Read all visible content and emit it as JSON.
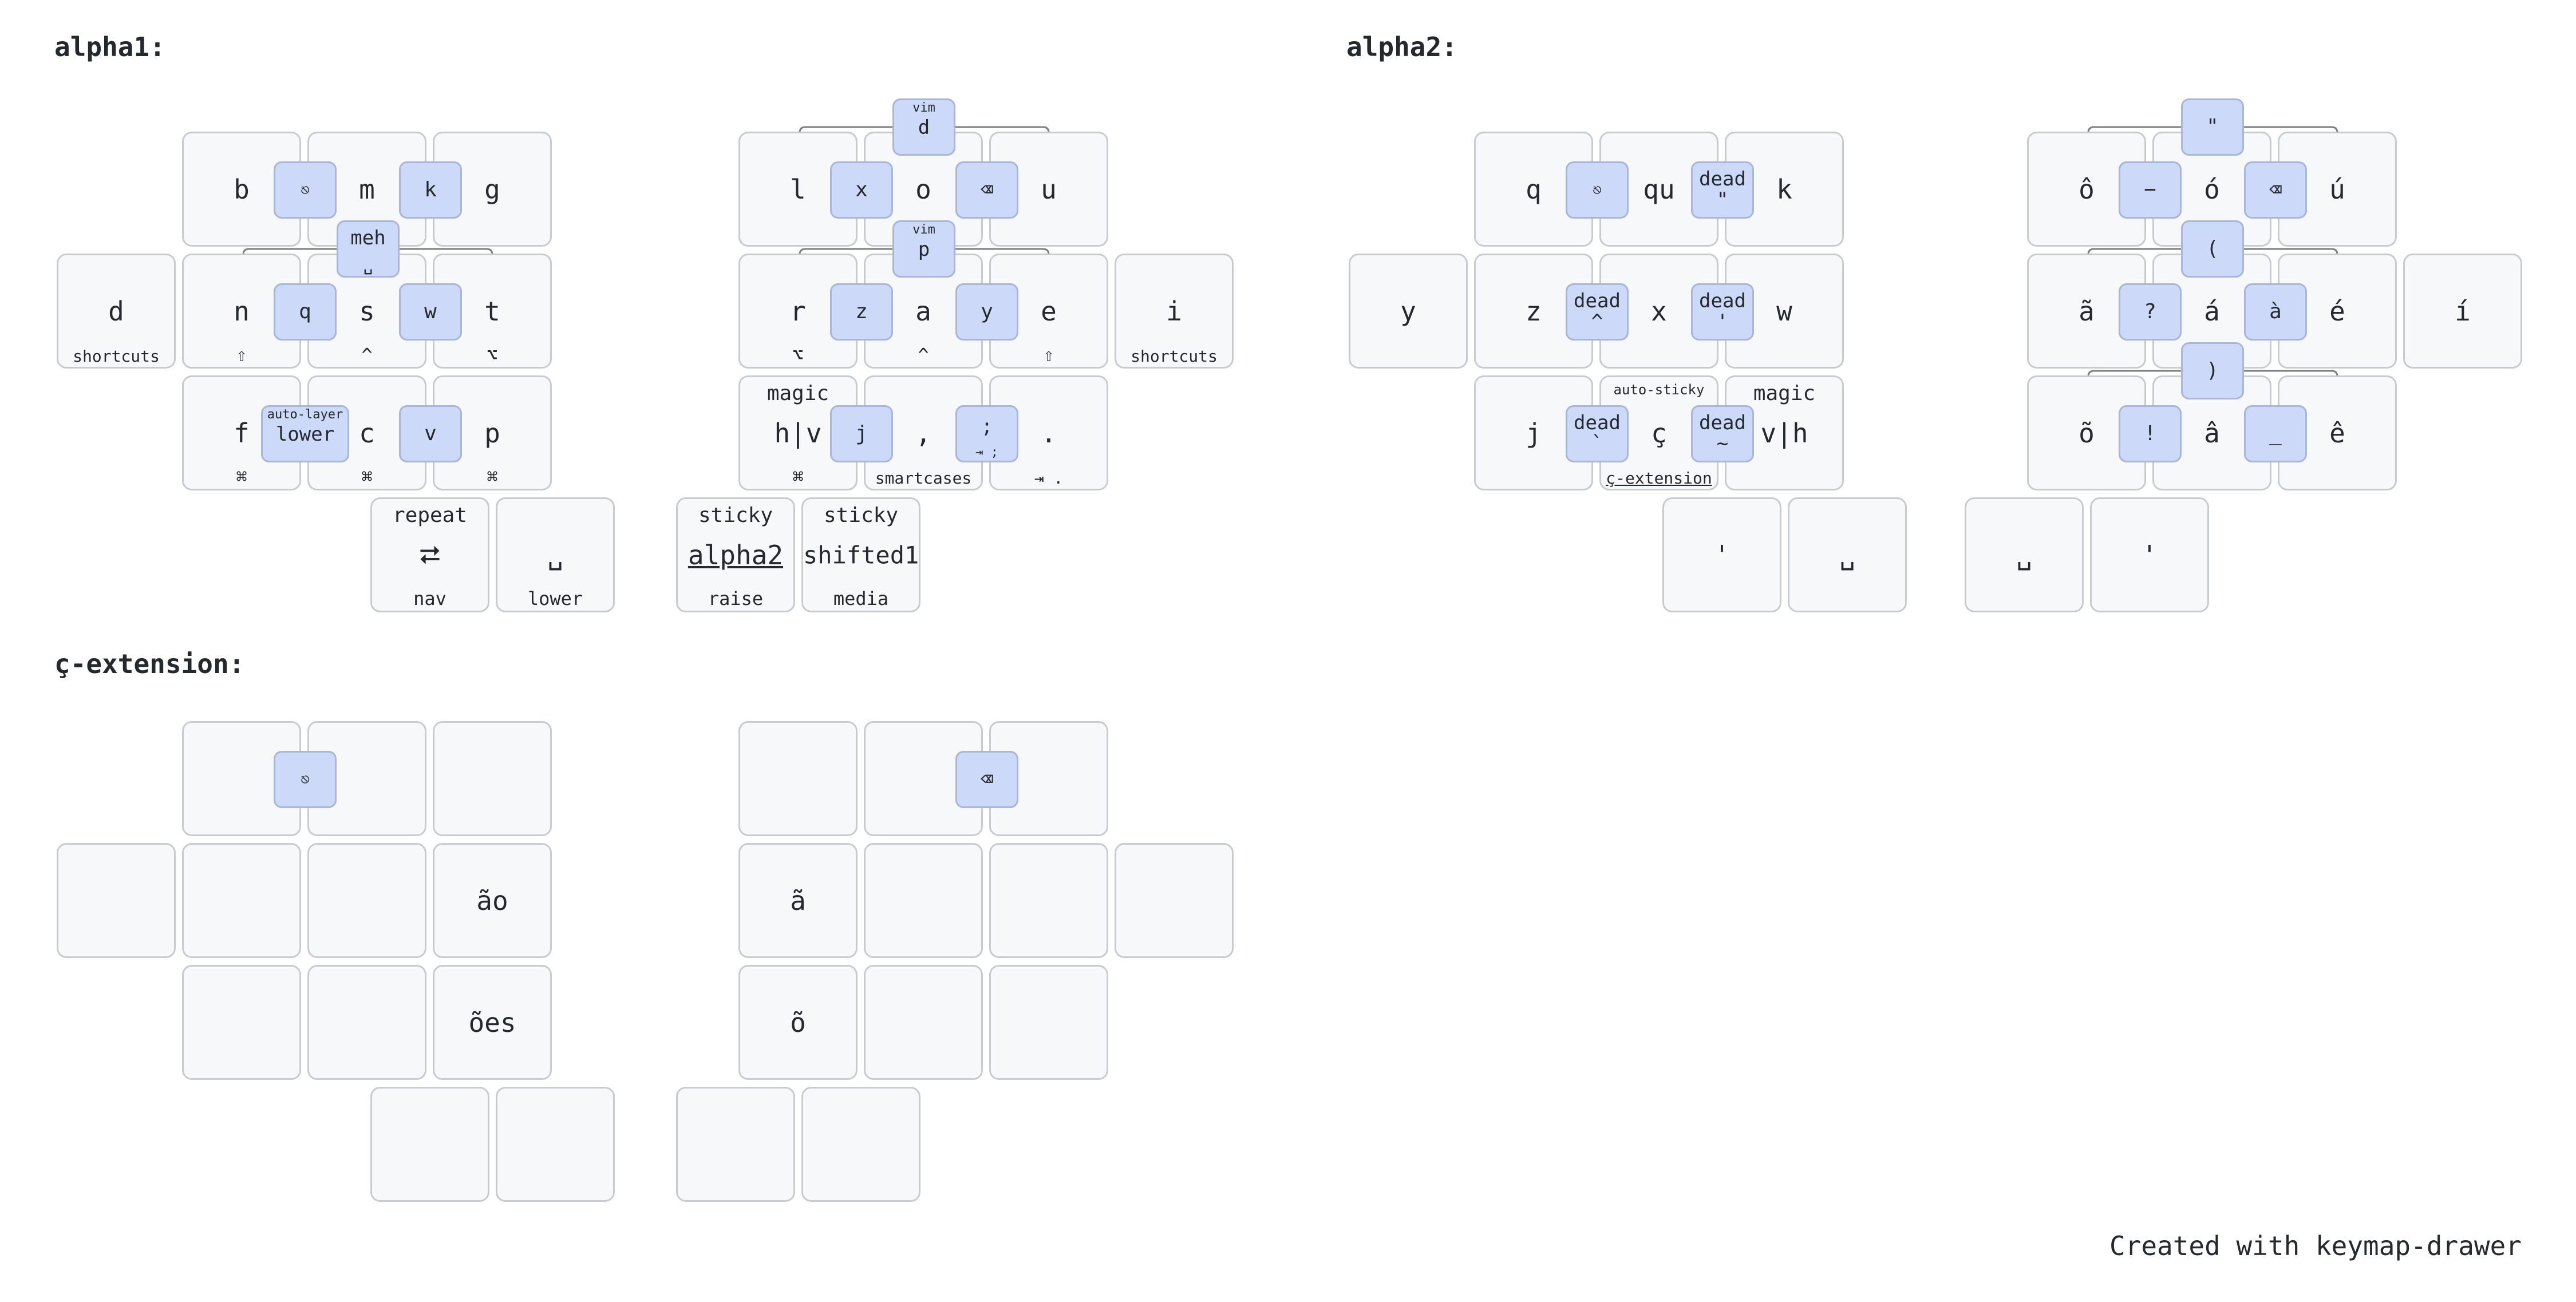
{
  "layers": {
    "alpha1": {
      "title": "alpha1:",
      "keys": {
        "b": "b",
        "m": "m",
        "g": "g",
        "d": "d",
        "d_hold": "shortcuts",
        "n": "n",
        "n_hold": "⇧",
        "s": "s",
        "s_hold": "^",
        "t": "t",
        "t_hold": "⌥",
        "f": "f",
        "f_hold": "⌘",
        "c": "c",
        "c_hold": "⌘",
        "p": "p",
        "p_hold": "⌘",
        "repeat_shift": "repeat",
        "repeat": "⮂",
        "repeat_hold": "nav",
        "space": "␣",
        "space_hold": "lower",
        "l": "l",
        "o": "o",
        "u": "u",
        "r": "r",
        "r_hold": "⌥",
        "a": "a",
        "a_hold": "^",
        "e": "e",
        "e_hold": "⇧",
        "i": "i",
        "i_hold": "shortcuts",
        "hv_shift": "magic",
        "hv": "h|v",
        "hv_hold": "⌘",
        "comma": ",",
        "comma_hold": "smartcases",
        "dot": ".",
        "dot_hold": "⇥ .",
        "alpha2_shift": "sticky",
        "alpha2": "alpha2",
        "alpha2_hold": "raise",
        "shifted1_shift": "sticky",
        "shifted1": "shifted1",
        "shifted1_hold": "media"
      },
      "combos": {
        "esc": "⎋",
        "k": "k",
        "meh_tap": "meh",
        "meh_hold": "␣",
        "q": "q",
        "w": "w",
        "lower_shift": "auto-layer",
        "lower": "lower",
        "v": "v",
        "vim_d_shift": "vim",
        "vim_d": "d",
        "x": "x",
        "bspc": "⌫",
        "vim_p_shift": "vim",
        "vim_p": "p",
        "z": "z",
        "y": "y",
        "j": "j",
        "semi": ";",
        "semi_hold": "⇥ ;"
      }
    },
    "alpha2": {
      "title": "alpha2:",
      "keys": {
        "q": "q",
        "qu": "qu",
        "k": "k",
        "y": "y",
        "z": "z",
        "x": "x",
        "w": "w",
        "j": "j",
        "cc": "ç",
        "cc_shift": "auto-sticky",
        "cc_hold": "ç-extension",
        "vh": "v|h",
        "vh_shift": "magic",
        "apos": "'",
        "space": "␣",
        "o_circ": "ô",
        "o_acute": "ó",
        "u_acute": "ú",
        "a_tilde": "ã",
        "a_acute": "á",
        "e_acute": "é",
        "i_acute": "í",
        "o_tilde": "õ",
        "a_circ": "â",
        "e_circ": "ê",
        "space_r": "␣",
        "apos_r": "'"
      },
      "combos": {
        "esc": "⎋",
        "dead_dq_t": "dead",
        "dead_dq_b": "\"",
        "dead_circ_t": "dead",
        "dead_circ_b": "^",
        "dead_ac_t": "dead",
        "dead_ac_b": "'",
        "dead_gr_t": "dead",
        "dead_gr_b": "`",
        "dead_ti_t": "dead",
        "dead_ti_b": "~",
        "dq": "\"",
        "minus": "−",
        "bspc": "⌫",
        "lparen": "(",
        "question": "?",
        "a_grave": "à",
        "rparen": ")",
        "excl": "!",
        "underscore": "_"
      }
    },
    "cext": {
      "title": "ç-extension:",
      "keys": {
        "ao": "ão",
        "oes": "ões",
        "a_tilde": "ã",
        "o_tilde": "õ"
      },
      "combos": {
        "esc": "⎋",
        "bspc": "⌫"
      }
    }
  },
  "credit": "Created with keymap-drawer"
}
